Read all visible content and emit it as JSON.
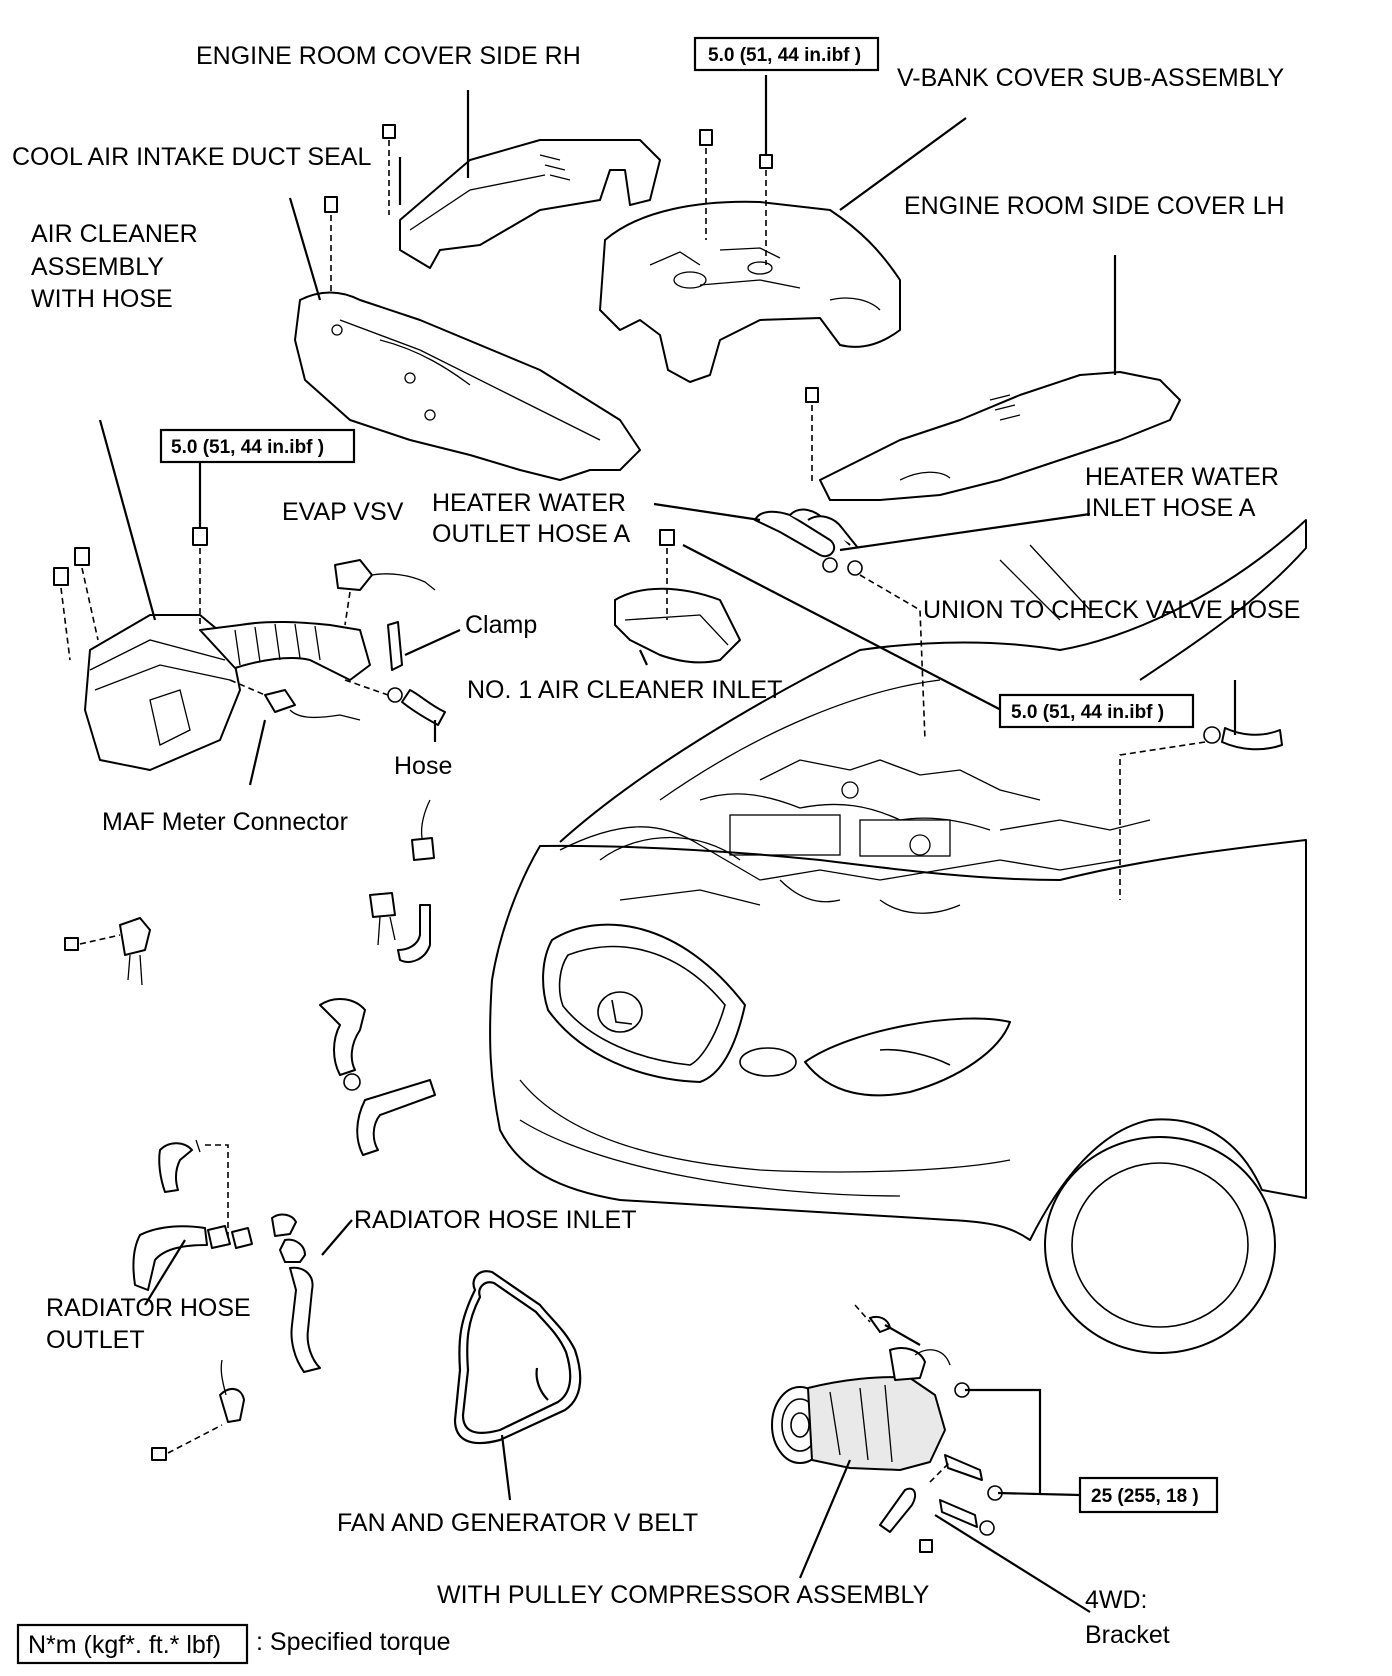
{
  "labels": {
    "engine_room_cover_side_rh": "ENGINE ROOM COVER SIDE RH",
    "v_bank_cover": "V-BANK COVER SUB-ASSEMBLY",
    "cool_air_intake_duct_seal": "COOL AIR INTAKE DUCT SEAL",
    "engine_room_side_cover_lh": "ENGINE ROOM SIDE COVER LH",
    "air_cleaner_1": "AIR CLEANER",
    "air_cleaner_2": "ASSEMBLY",
    "air_cleaner_3": "WITH HOSE",
    "evap_vsv": "EVAP VSV",
    "heater_outlet_1": "HEATER WATER",
    "heater_outlet_2": "OUTLET HOSE A",
    "heater_inlet_1": "HEATER WATER",
    "heater_inlet_2": "INLET HOSE A",
    "clamp": "Clamp",
    "union_hose": "UNION TO CHECK VALVE HOSE",
    "no1_inlet": "NO. 1 AIR CLEANER INLET",
    "hose": "Hose",
    "maf": "MAF Meter Connector",
    "radiator_inlet": "RADIATOR HOSE INLET",
    "radiator_outlet_1": "RADIATOR HOSE",
    "radiator_outlet_2": "OUTLET",
    "v_belt": "FAN AND GENERATOR V BELT",
    "compressor": "WITH PULLEY COMPRESSOR ASSEMBLY",
    "fourwd_1": "4WD:",
    "fourwd_2": "Bracket"
  },
  "torque": {
    "vbank": "5.0 (51, 44 in.ibf )",
    "air_cleaner": "5.0 (51, 44 in.ibf )",
    "inlet": "5.0 (51, 44 in.ibf )",
    "compressor": "25 (255, 18 )"
  },
  "legend": {
    "box": "N*m (kgf*. ft.* lbf)",
    "text": ": Specified torque"
  }
}
